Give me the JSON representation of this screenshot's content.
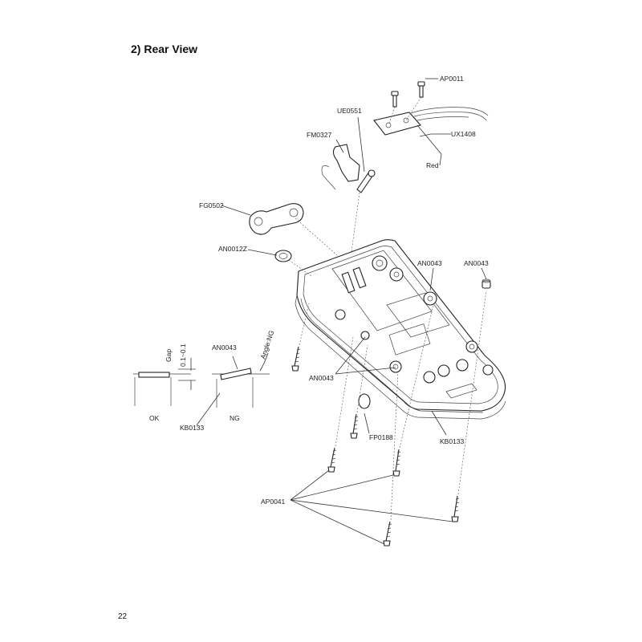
{
  "page": {
    "title": "2) Rear View",
    "page_number": "22"
  },
  "labels": {
    "ap0011": "AP0011",
    "ue0551": "UE0551",
    "ux1408": "UX1408",
    "fm0327": "FM0327",
    "red": "Red",
    "fg0502": "FG0502",
    "an0012z": "AN0012Z",
    "an0043_center": "AN0043",
    "an0043_right": "AN0043",
    "an0043_bottom": "AN0043",
    "an0043_detail": "AN0043",
    "fp0188": "FP0188",
    "kb0133_main": "KB0133",
    "kb0133_detail": "KB0133",
    "ap0041": "AP0041"
  },
  "detail": {
    "gap_label": "Gap",
    "gap_value": "0.1~0.1",
    "angle_label": "Angle:NG",
    "ok_label": "OK",
    "ng_label": "NG"
  }
}
